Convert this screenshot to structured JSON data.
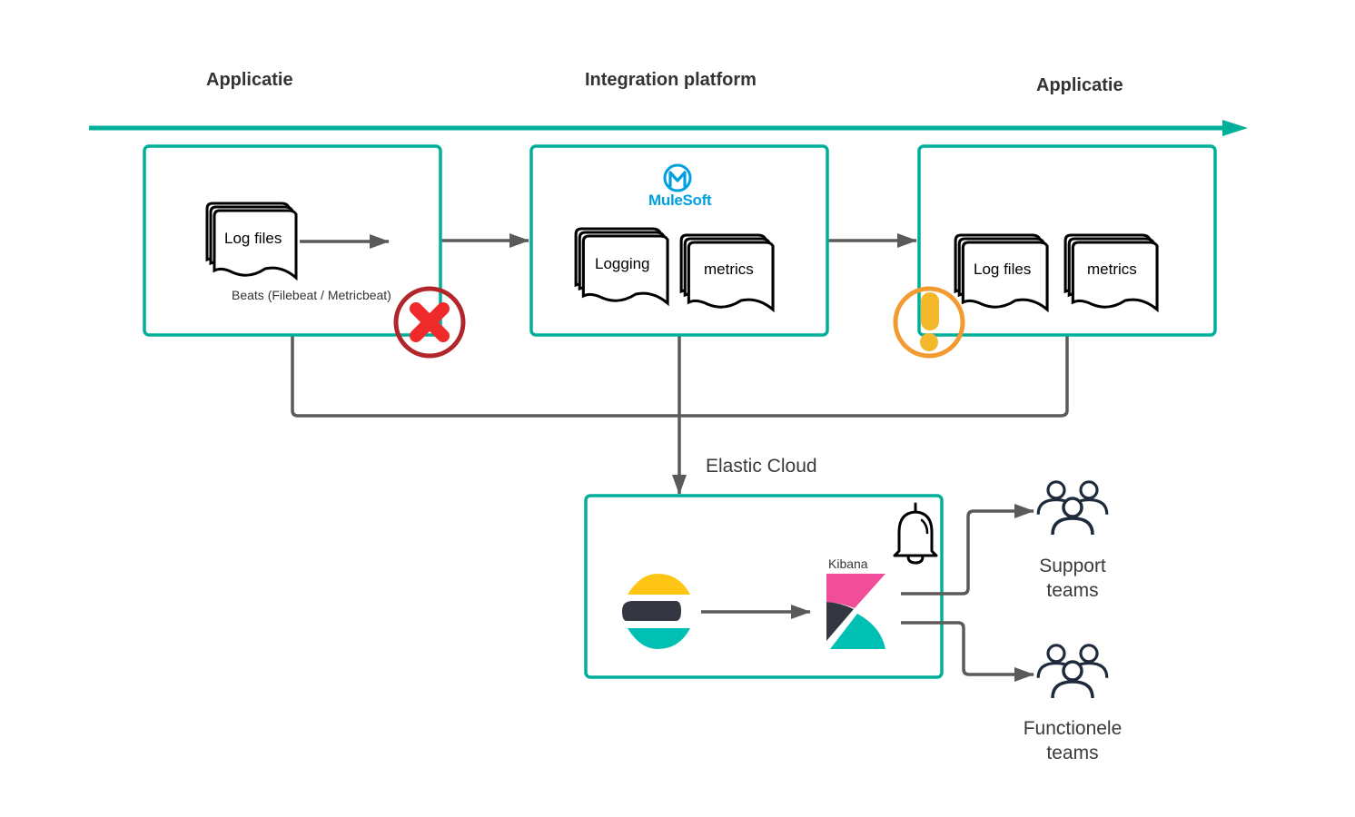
{
  "headers": {
    "left": "Applicatie",
    "middle": "Integration platform",
    "right": "Applicatie"
  },
  "source_app": {
    "document": "Log files",
    "caption": "Beats (Filebeat / Metricbeat)",
    "status_icon": "error-x-icon"
  },
  "integration_platform": {
    "logo_text": "MuleSoft",
    "logo_icon": "mulesoft-logo-icon",
    "documents": [
      "Logging",
      "metrics"
    ]
  },
  "target_app": {
    "documents": [
      "Log files",
      "metrics"
    ],
    "status_icon": "warning-exclamation-icon"
  },
  "elastic": {
    "label": "Elastic Cloud",
    "elasticsearch_icon": "elasticsearch-logo-icon",
    "kibana_label": "Kibana",
    "kibana_icon": "kibana-logo-icon",
    "alert_icon": "bell-icon"
  },
  "teams": [
    {
      "line1": "Support",
      "line2": "teams",
      "icon": "people-group-icon"
    },
    {
      "line1": "Functionele",
      "line2": "teams",
      "icon": "people-group-icon"
    }
  ],
  "colors": {
    "teal": "#00af9a",
    "connector": "#5a5a5a",
    "error_red": "#ee2a2a",
    "error_ring": "#b0262a",
    "warning_yellow": "#f3b82b",
    "warning_ring": "#f39a30",
    "navy": "#1e2b3c",
    "mulesoft_blue": "#00a0df",
    "elastic_yellow": "#fec514",
    "elastic_dark": "#343741",
    "elastic_teal": "#00bfb3",
    "kibana_pink": "#f04e98"
  }
}
